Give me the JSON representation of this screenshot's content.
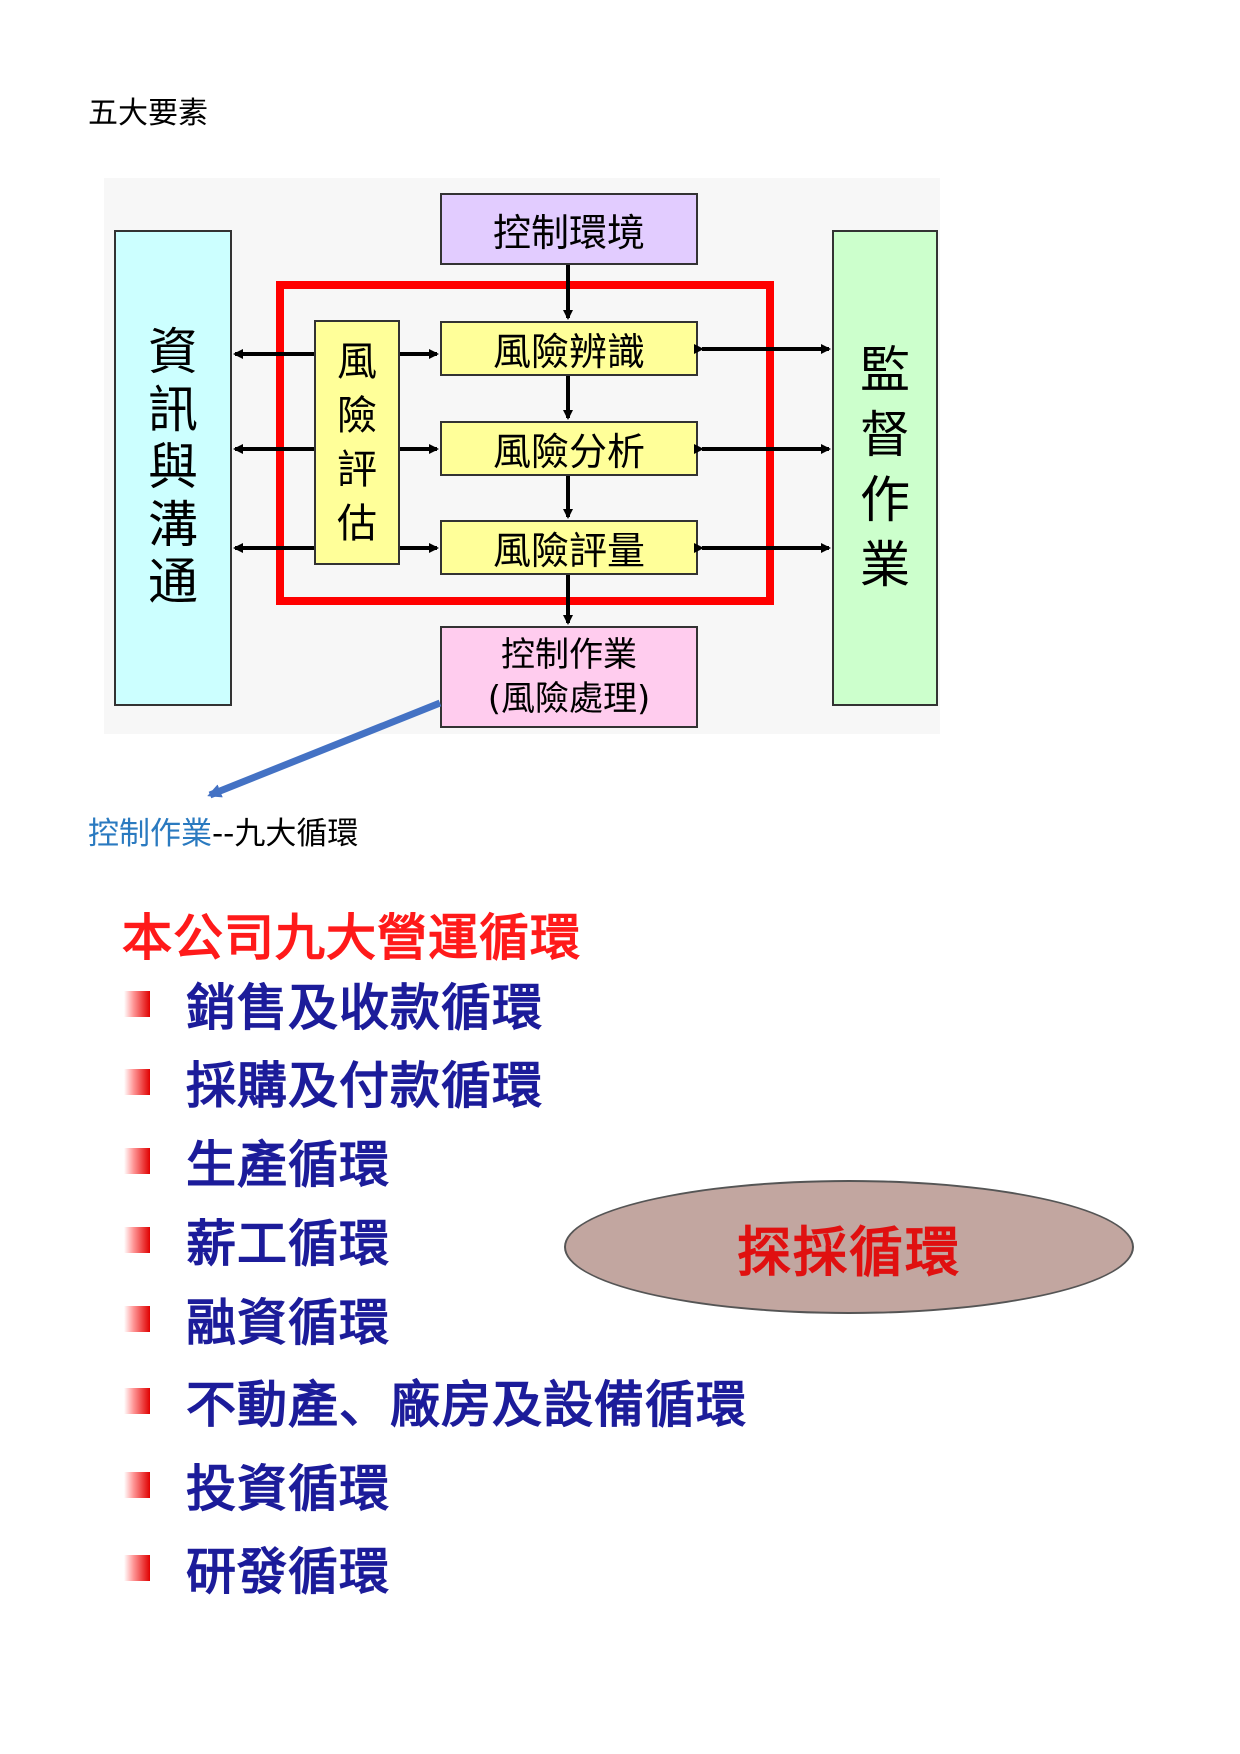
{
  "heading": "五大要素",
  "diagram": {
    "control_environment": "控制環境",
    "info_comm": [
      "資",
      "訊",
      "與",
      "溝",
      "通"
    ],
    "monitoring": [
      "監",
      "督",
      "作",
      "業"
    ],
    "risk_assessment": [
      "風",
      "險",
      "評",
      "估"
    ],
    "risk_identification": "風險辨識",
    "risk_analysis": "風險分析",
    "risk_measurement": "風險評量",
    "control_activities_line1": "控制作業",
    "control_activities_line2": "(風險處理)",
    "colors": {
      "control_environment": "#e2ccff",
      "info_comm": "#ccffff",
      "monitoring": "#ccffcc",
      "risk_boxes": "#ffff99",
      "control_activities": "#ffccee",
      "red_frame": "#ff0000",
      "blue_arrow": "#4472c4"
    }
  },
  "caption": {
    "link_text": "控制作業",
    "rest_text": "--九大循環"
  },
  "cycles": {
    "title": "本公司九大營運循環",
    "items": [
      "銷售及收款循環",
      "採購及付款循環",
      "生產循環",
      "薪工循環",
      "融資循環",
      "不動產、廠房及設備循環",
      "投資循環",
      "研發循環"
    ],
    "callout": "探採循環",
    "colors": {
      "title": "#ff1a1a",
      "items": "#1c1c9a",
      "callout_fill": "#c2a6a0",
      "callout_text": "#e01010"
    }
  }
}
